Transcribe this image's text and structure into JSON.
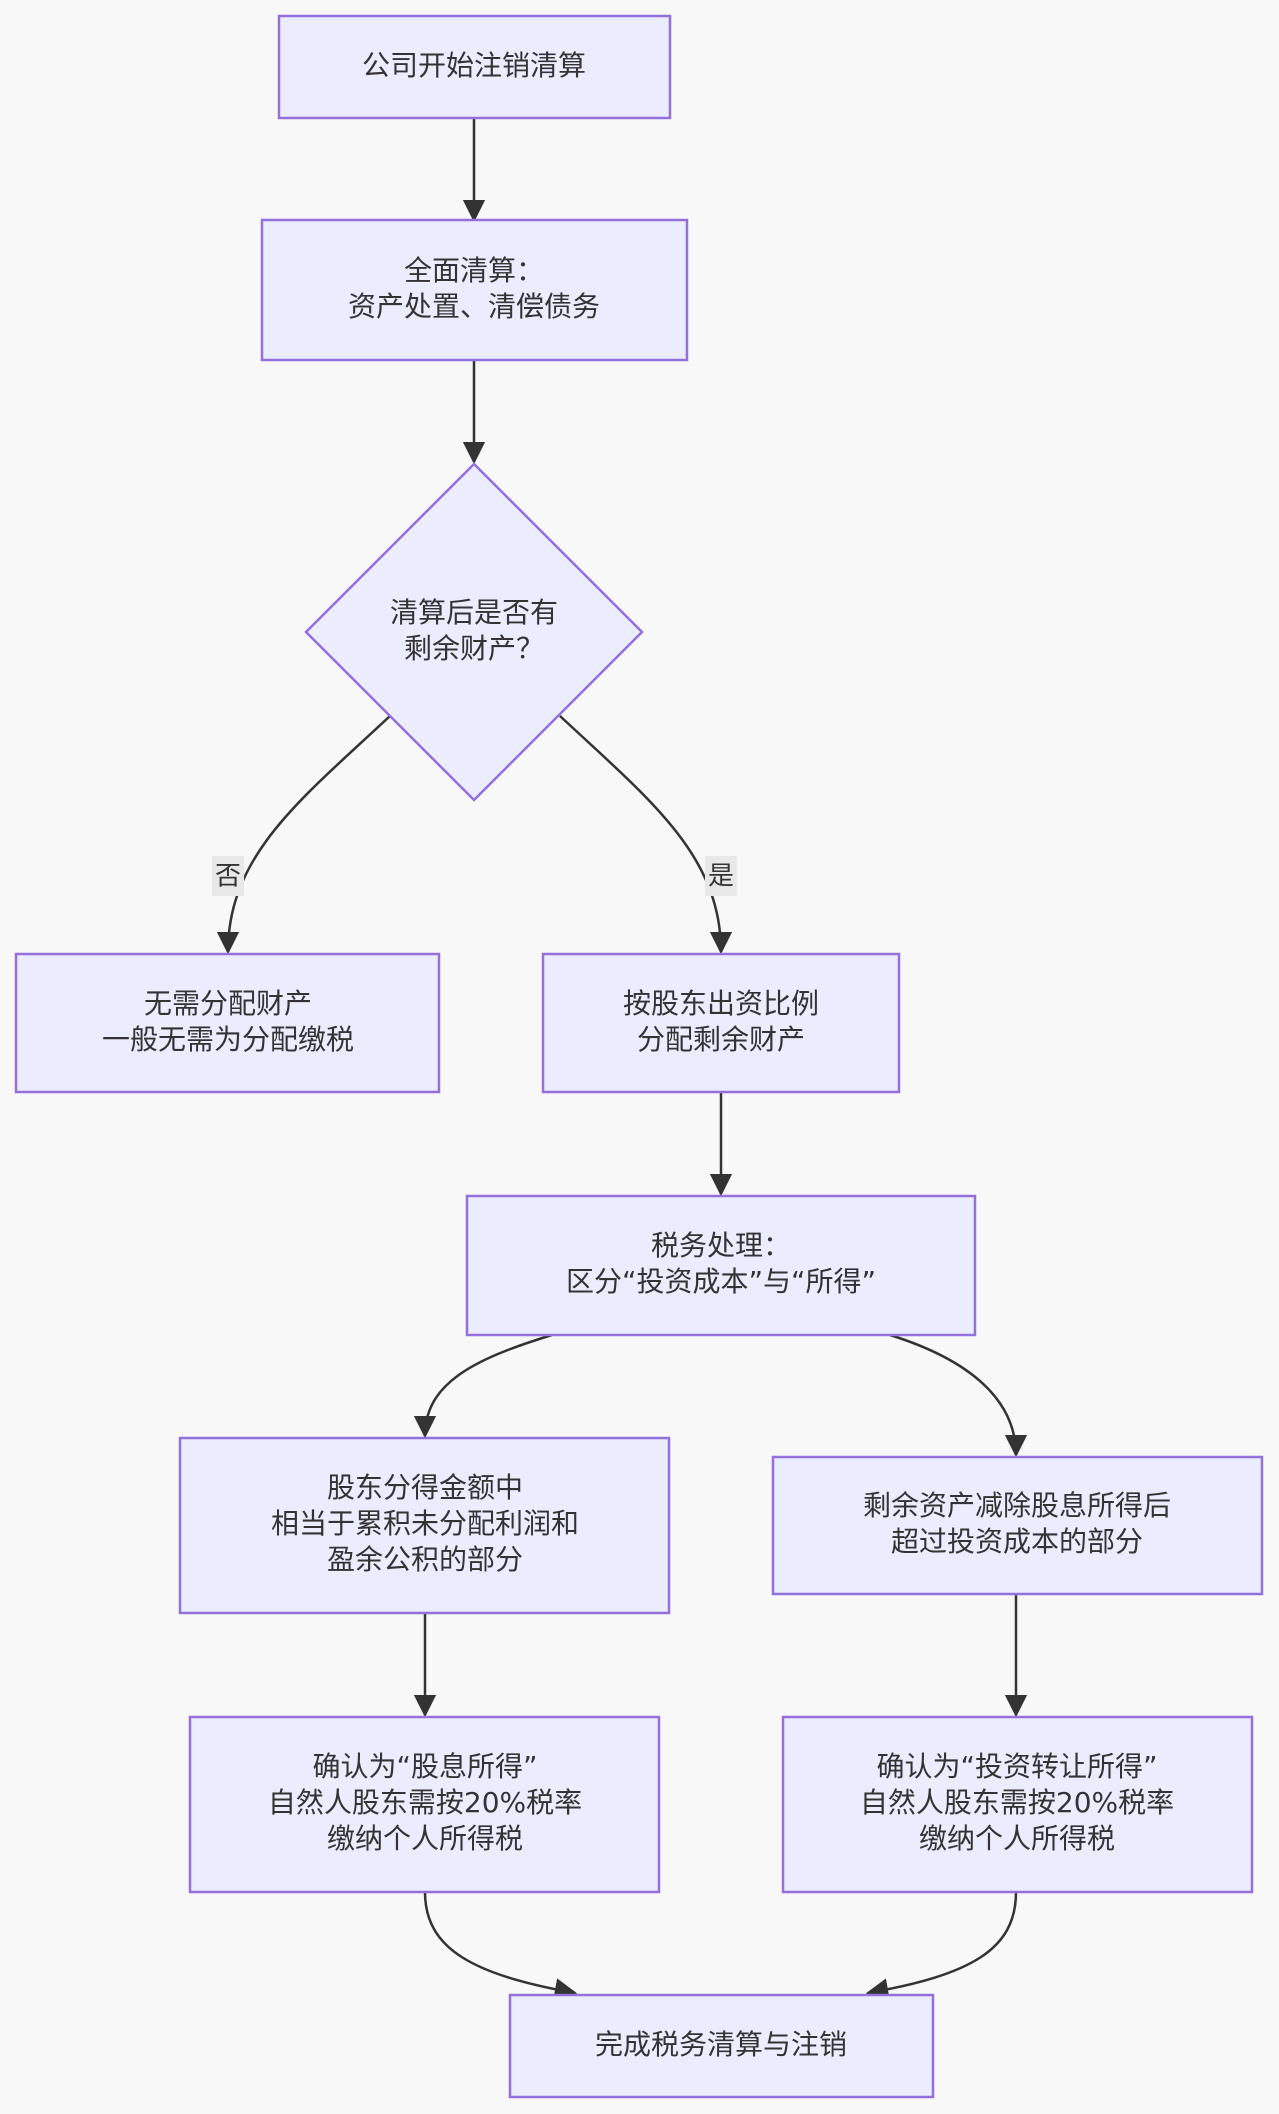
{
  "nodes": {
    "start": {
      "lines": [
        "公司开始注销清算"
      ]
    },
    "full_liquidation": {
      "lines": [
        "全面清算：",
        "资产处置、清偿债务"
      ]
    },
    "decision": {
      "lines": [
        "清算后是否有",
        "剩余财产？"
      ]
    },
    "no_distribution": {
      "lines": [
        "无需分配财产",
        "一般无需为分配缴税"
      ]
    },
    "distribute": {
      "lines": [
        "按股东出资比例",
        "分配剩余财产"
      ]
    },
    "tax_treatment": {
      "lines": [
        "税务处理：",
        "区分“投资成本”与“所得”"
      ]
    },
    "dividend_part": {
      "lines": [
        "股东分得金额中",
        "相当于累积未分配利润和",
        "盈余公积的部分"
      ]
    },
    "excess_part": {
      "lines": [
        "剩余资产减除股息所得后",
        "超过投资成本的部分"
      ]
    },
    "dividend_income": {
      "lines": [
        "确认为“股息所得”",
        "自然人股东需按20%税率",
        "缴纳个人所得税"
      ]
    },
    "transfer_income": {
      "lines": [
        "确认为“投资转让所得”",
        "自然人股东需按20%税率",
        "缴纳个人所得税"
      ]
    },
    "finish": {
      "lines": [
        "完成税务清算与注销"
      ]
    }
  },
  "edges": {
    "no_label": "否",
    "yes_label": "是"
  },
  "colors": {
    "node_fill": "#ececff",
    "node_stroke": "#9370db",
    "edge": "#333333",
    "label_bg": "#e8e8e8",
    "background": "#f8f8f8"
  }
}
